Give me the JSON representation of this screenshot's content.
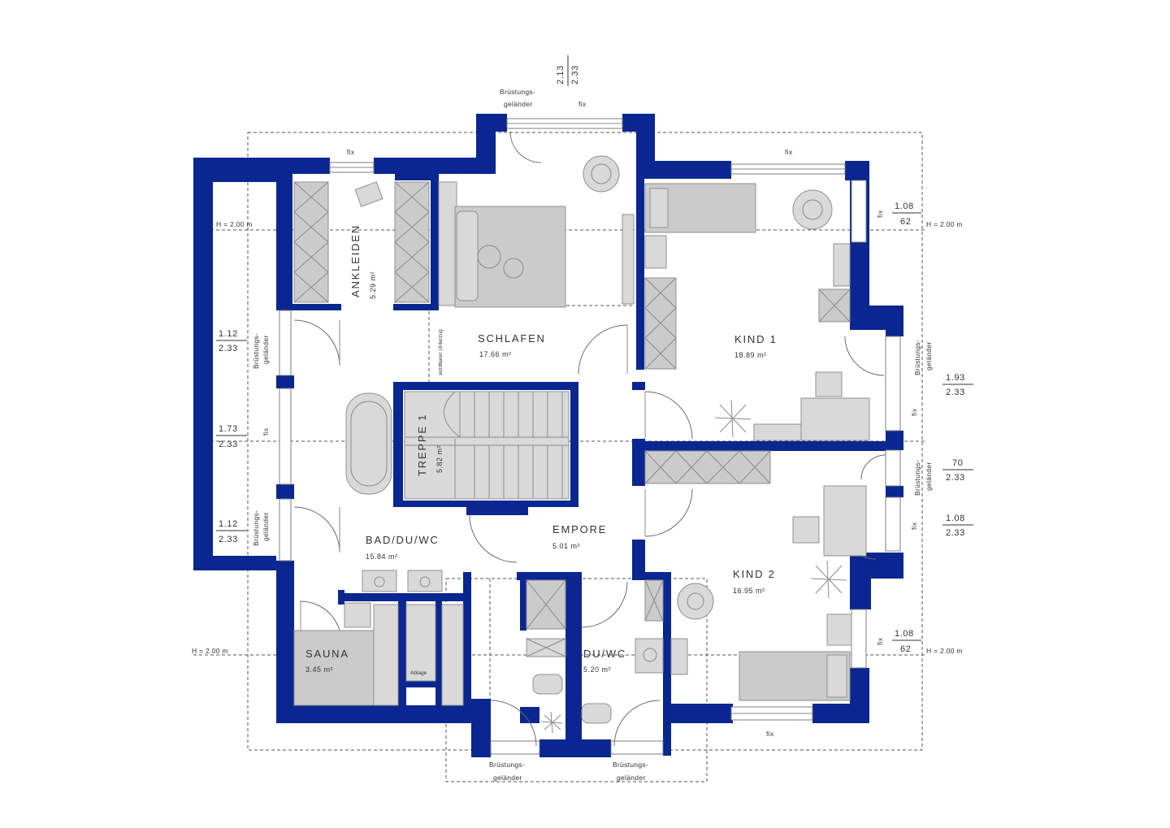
{
  "rooms": {
    "ankleiden": {
      "name": "ANKLEIDEN",
      "area": "5.29 m²"
    },
    "schlafen": {
      "name": "SCHLAFEN",
      "area": "17.66 m²"
    },
    "kind1": {
      "name": "KIND 1",
      "area": "18.89 m²"
    },
    "treppe": {
      "name": "TREPPE 1",
      "area": "5.82 m²"
    },
    "bad": {
      "name": "BAD/DU/WC",
      "area": "15.84 m²"
    },
    "empore": {
      "name": "EMPORE",
      "area": "5.01 m²"
    },
    "kind2": {
      "name": "KIND 2",
      "area": "16.95 m²"
    },
    "sauna": {
      "name": "SAUNA",
      "area": "3.45 m²"
    },
    "duwc": {
      "name": "DU/WC",
      "area": "5.20 m²"
    }
  },
  "labels": {
    "fix": "fix",
    "bruestung_line1": "Brüstungs-",
    "bruestung_line2": "geländer",
    "height_note": "H = 2.00 m",
    "unterzug": "sichtbarer Unterzug",
    "ablage": "Ablage"
  },
  "dimensions": {
    "top": {
      "num": "2.13",
      "den": "2.33"
    },
    "right_upper": {
      "num": "1.08",
      "den": "62"
    },
    "right_1": {
      "num": "1.93",
      "den": "2.33"
    },
    "right_2": {
      "num": "70",
      "den": "2.33"
    },
    "right_3": {
      "num": "1.08",
      "den": "2.33"
    },
    "right_lower": {
      "num": "1.08",
      "den": "62"
    },
    "left_1": {
      "num": "1.12",
      "den": "2.33"
    },
    "left_2": {
      "num": "1.73",
      "den": "2.33"
    },
    "left_3": {
      "num": "1.12",
      "den": "2.33"
    }
  },
  "colors": {
    "wall": "#0a2690",
    "furniture": "#cbcbcb",
    "text": "#333333"
  }
}
